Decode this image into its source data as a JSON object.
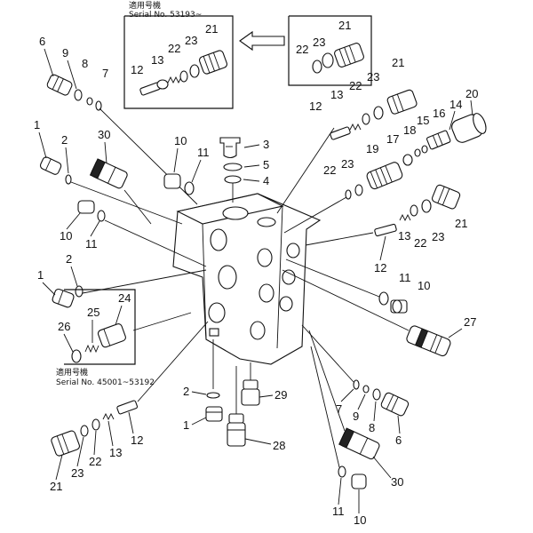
{
  "insets": [
    {
      "line1": "適用号機",
      "line2": "Serial No. 53193~"
    },
    {
      "line1": "適用号機",
      "line2": "Serial No. 45001~53192"
    }
  ],
  "callouts": {
    "top_inset": [
      "12",
      "13",
      "22",
      "23",
      "21"
    ],
    "top_right_inset": [
      "22",
      "23",
      "21"
    ],
    "left_top": [
      "6",
      "9",
      "8",
      "7"
    ],
    "center_top": [
      "3",
      "5",
      "4",
      "10",
      "11"
    ],
    "right_upper": [
      "12",
      "13",
      "22",
      "23",
      "21",
      "20",
      "14",
      "15",
      "16",
      "18",
      "17",
      "19",
      "22",
      "23"
    ],
    "left_mid": [
      "1",
      "2",
      "30",
      "10",
      "11"
    ],
    "right_mid": [
      "21",
      "23",
      "22",
      "13",
      "12",
      "11",
      "10",
      "27"
    ],
    "left_lower": [
      "2",
      "1",
      "24",
      "25",
      "26"
    ],
    "bottom": [
      "2",
      "1",
      "29",
      "28",
      "7",
      "9",
      "8",
      "6",
      "30",
      "11",
      "10",
      "21",
      "23",
      "22",
      "13",
      "12"
    ]
  }
}
